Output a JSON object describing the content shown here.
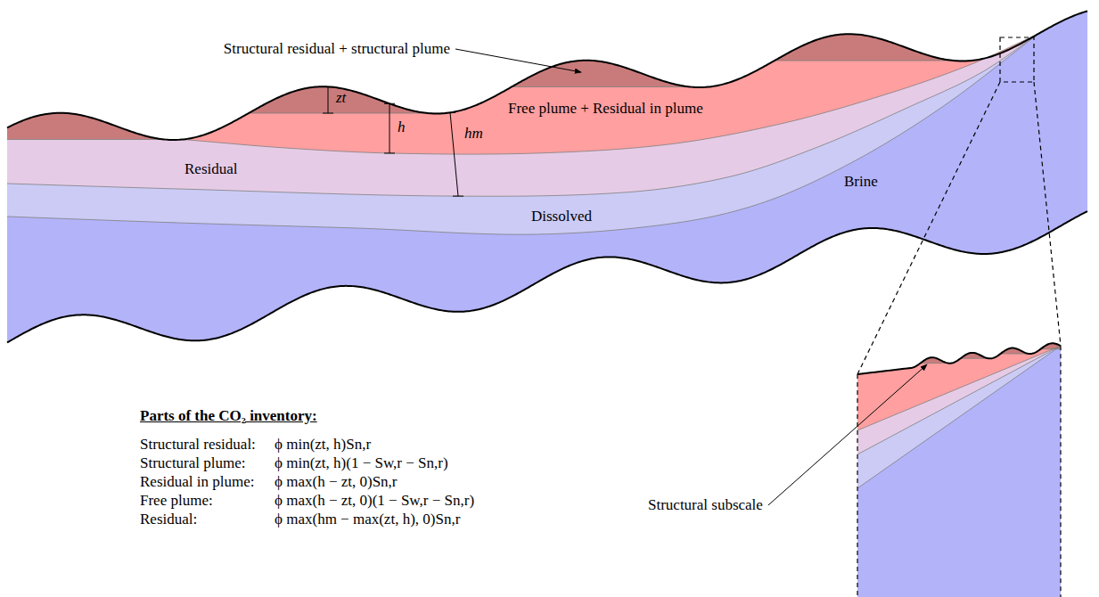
{
  "diagram": {
    "labels": [
      "Structural residual + structural plume",
      "Free plume + Residual in plume",
      "zt",
      "h",
      "hm",
      "Residual",
      "Dissolved",
      "Brine",
      "Structural subscale",
      "Parts of the CO₂ inventory:",
      "Structural residual:",
      "ϕ min(zt, h)Sn,r",
      "Structural plume:",
      "ϕ min(zt, h)(1 − Sw,r − Sn,r)",
      "Residual in plume:",
      "ϕ max(h − zt, 0)Sn,r",
      "Free plume:",
      "ϕ max(h − zt, 0)(1 − Sw,r − Sn,r)",
      "Residual:",
      "ϕ max(hm − max(zt, h), 0)Sn,r"
    ]
  }
}
